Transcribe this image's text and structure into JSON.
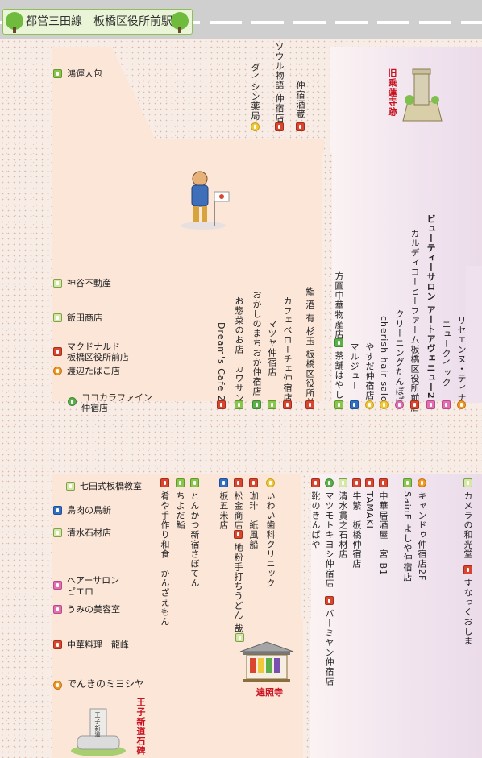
{
  "header": {
    "station": "都営三田線　板橋区役所前駅"
  },
  "landmarks": {
    "former_temple": "旧乗蓮寺跡",
    "henshoji": "遍照寺",
    "oji_stone": "王子新道石碑",
    "stone_plaque": "王子新道"
  },
  "shops": {
    "kouun": "鴻運大包",
    "daishin": "ダイシン薬局",
    "seoul": "ソウル物語 仲宿店",
    "nakajuku_sake": "仲宿酒蔵",
    "kamiya": "神谷不動産",
    "iida": "飯田商店",
    "mcd_1": "マクドナルド",
    "mcd_2": "板橋区役所前店",
    "watanabe": "渡辺たばこ店",
    "cocokara_1": "ココカラファイン",
    "cocokara_2": "仲宿店",
    "dreams": "Dream's Cafe 2F",
    "osozai": "お惣菜のお店　カワサン",
    "okashi": "おかしのまちおか仲宿店",
    "matsuya": "マツヤ仲宿店",
    "cafe_veloce": "カフェベローチェ仲宿店",
    "sushi": "鮨 酒 有 杉玉 板橋区役所前",
    "houen": "方圓中華物産店",
    "chaho": "茶舗はやし",
    "marujyu": "マルジュー",
    "yasuda": "やすだ仲宿店",
    "cherish": "cherish hair salon",
    "cleaning": "クリーニングたんぽぽ",
    "kaldi": "カルディコーヒーファーム板橋区役所前店",
    "beauty": "ビューティーサロン アートアヴェニュー2F",
    "newquick": "ニュークイック",
    "risee": "リセエンヌ・ティナ",
    "shichida": "七田式板橋教室",
    "torinoya": "鳥肉の鳥新",
    "shimizu_stone": "清水石材店",
    "hair_pierrot_1": "ヘアーサロン",
    "hair_pierrot_2": "ピエロ",
    "umino": "うみの美容室",
    "chuka_ryuho": "中華料理　龍峰",
    "miyoshiya": "でんきのミヨシヤ",
    "sakana_tezukuri": "肴や手作り和食　かんざえもん",
    "chiyoda": "ちよだ鮨",
    "tonkatsu": "とんかつ新宿さぼてん",
    "itago": "板五米店",
    "matsukin": "松金商店",
    "kohi": "珈琲　紙風船",
    "jiko": "地粉手打ちうどん 哉",
    "iwai": "いわい歯科クリニック",
    "kutsu": "靴のきんぱや",
    "matsumoto": "マツモトキヨシ仲宿店",
    "bamiyan": "バーミヤン仲宿店",
    "shimizu_kan": "清水貫之石材店",
    "gyuhan": "牛繁　板橋仲宿店",
    "tamaki": "TAMAKI",
    "chuka_izakaya": "中華居酒屋　宮 B1",
    "saine": "SainE よしや仲宿店",
    "candou": "キャンドゥ仲宿店2F",
    "camera": "カメラの和光堂",
    "snack": "すなっくおしま"
  }
}
